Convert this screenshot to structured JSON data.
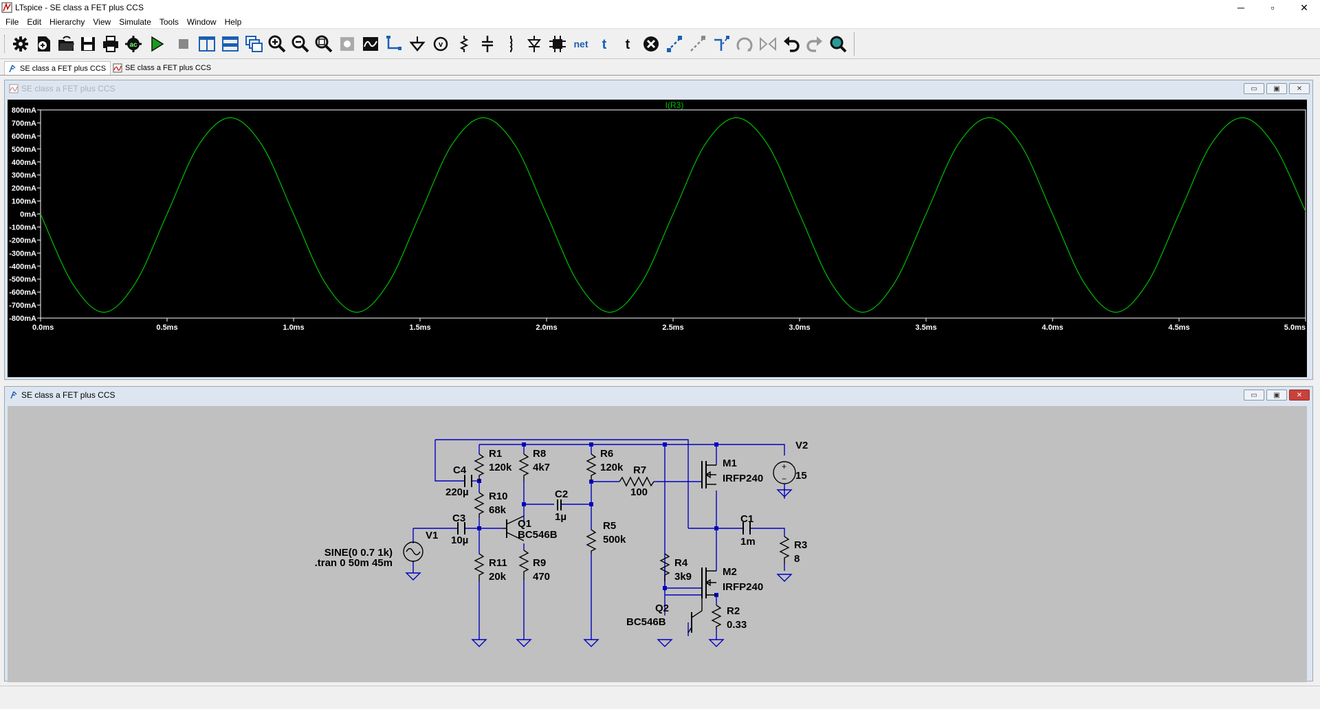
{
  "window": {
    "title": "LTspice - SE class a FET plus CCS",
    "minimize": "─",
    "maximize": "▫",
    "close": "✕"
  },
  "menu": [
    "File",
    "Edit",
    "Hierarchy",
    "View",
    "Simulate",
    "Tools",
    "Window",
    "Help"
  ],
  "toolbar": {
    "icons": [
      "gear-icon",
      "new-schematic-icon",
      "open-icon",
      "save-icon",
      "print-icon",
      "ac-analysis-icon",
      "run-icon",
      "halt-icon",
      "tile-vertical-icon",
      "tile-horizontal-icon",
      "cascade-icon",
      "zoom-in-icon",
      "zoom-out-icon",
      "zoom-fit-icon",
      "zoom-area-icon",
      "autoscale-icon",
      "wire-icon",
      "ground-icon",
      "label-net-icon",
      "resistor-icon",
      "capacitor-icon",
      "inductor-icon",
      "diode-icon",
      "component-icon",
      "net-icon",
      "text-icon",
      "spice-directive-icon",
      "delete-icon",
      "duplicate-icon",
      "move-icon",
      "drag-icon",
      "rotate-icon",
      "mirror-icon",
      "undo-icon",
      "redo-icon",
      "find-icon"
    ],
    "net_label": "net",
    "text_label": "t",
    "directive_label": "t"
  },
  "tabs": [
    {
      "label": "SE class a FET plus CCS",
      "kind": "schematic",
      "active": true
    },
    {
      "label": "SE class a FET plus CCS",
      "kind": "waveform",
      "active": false
    }
  ],
  "waveform_window": {
    "caption": "SE class a FET plus CCS",
    "colors": {
      "background": "#000000",
      "trace": "#00c000",
      "axis": "#ffffff"
    }
  },
  "schematic_window": {
    "caption": "SE class a FET plus CCS",
    "colors": {
      "background": "#c0c0c0",
      "wire": "#0000c0",
      "text": "#000000"
    },
    "labels": {
      "R1": "R1",
      "R1v": "120k",
      "R8": "R8",
      "R8v": "4k7",
      "R6": "R6",
      "R6v": "120k",
      "R7": "R7",
      "R7v": "100",
      "C4": "C4",
      "C4v": "220µ",
      "R10": "R10",
      "R10v": "68k",
      "C2": "C2",
      "C2v": "1µ",
      "C3": "C3",
      "C3v": "10µ",
      "Q1": "Q1",
      "Q1v": "BC546B",
      "R5": "R5",
      "R5v": "500k",
      "V1": "V1",
      "V1v": "SINE(0 0.7 1k)",
      "tran": ".tran 0 50m 45m",
      "R11": "R11",
      "R11v": "20k",
      "R9": "R9",
      "R9v": "470",
      "M1": "M1",
      "M1v": "IRFP240",
      "V2": "V2",
      "V2v": "15",
      "C1": "C1",
      "C1v": "1m",
      "R3": "R3",
      "R3v": "8",
      "R4": "R4",
      "R4v": "3k9",
      "M2": "M2",
      "M2v": "IRFP240",
      "Q2": "Q2",
      "Q2v": "BC546B",
      "R2": "R2",
      "R2v": "0.33"
    }
  },
  "chart_data": {
    "type": "line",
    "title": "I(R3)",
    "xlabel": "",
    "ylabel": "",
    "x_unit": "ms",
    "y_unit": "mA",
    "xlim": [
      0,
      5
    ],
    "ylim": [
      -800,
      800
    ],
    "x_ticks": [
      "0.0ms",
      "0.5ms",
      "1.0ms",
      "1.5ms",
      "2.0ms",
      "2.5ms",
      "3.0ms",
      "3.5ms",
      "4.0ms",
      "4.5ms",
      "5.0ms"
    ],
    "y_ticks": [
      "800mA",
      "700mA",
      "600mA",
      "500mA",
      "400mA",
      "300mA",
      "200mA",
      "100mA",
      "0mA",
      "-100mA",
      "-200mA",
      "-300mA",
      "-400mA",
      "-500mA",
      "-600mA",
      "-700mA",
      "-800mA"
    ],
    "grid": false,
    "series": [
      {
        "name": "I(R3)",
        "x": [
          0,
          0.125,
          0.25,
          0.375,
          0.5,
          0.625,
          0.75,
          0.875,
          1.0,
          1.125,
          1.25,
          1.375,
          1.5,
          1.625,
          1.75,
          1.875,
          2.0,
          2.125,
          2.25,
          2.375,
          2.5,
          2.625,
          2.75,
          2.875,
          3.0,
          3.125,
          3.25,
          3.375,
          3.5,
          3.625,
          3.75,
          3.875,
          4.0,
          4.125,
          4.25,
          4.375,
          4.5,
          4.625,
          4.75,
          4.875,
          5.0
        ],
        "y": [
          0,
          -530,
          -755,
          -530,
          0,
          530,
          740,
          530,
          0,
          -530,
          -755,
          -530,
          0,
          530,
          740,
          530,
          0,
          -530,
          -755,
          -530,
          0,
          530,
          740,
          530,
          0,
          -530,
          -755,
          -530,
          0,
          530,
          740,
          530,
          0,
          -530,
          -755,
          -530,
          0,
          530,
          740,
          530,
          20
        ]
      }
    ]
  }
}
